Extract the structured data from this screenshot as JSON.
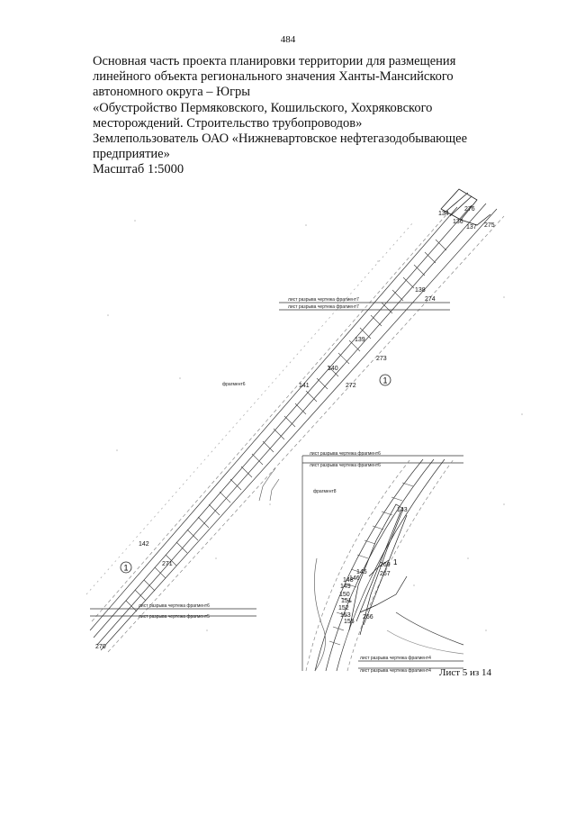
{
  "page_number": "484",
  "header": {
    "lines": [
      "Основная часть проекта планировки территории для размещения",
      "линейного объекта регионального значения Ханты-Мансийского",
      "автономного округа – Югры",
      "«Обустройство Пермяковского, Кошильского, Хохряковского",
      "месторождений. Строительство трубопроводов»",
      "Землепользователь ОАО «Нижневартовское нефтегазодобывающее",
      "предприятие»",
      "Масштаб 1:5000"
    ]
  },
  "drawing": {
    "fragment_labels": {
      "frag6": "фрагмент6",
      "frag8": "фрагмент8"
    },
    "break_labels": {
      "b7a": "лист разрыва чертежа фрагмент7",
      "b7b": "лист разрыва чертежа фрагмент7",
      "b6a": "лист разрыва чертежа фрагмент6",
      "b6b": "лист разрыва чертежа фрагмент6",
      "b5a": "лист разрыва чертежа фрагмент6",
      "b5b": "лист разрыва чертежа фрагмент5",
      "b4a": "лист разрыва чертежа фрагмент4",
      "b4b": "лист разрыва чертежа фрагмент4"
    },
    "points": {
      "p276": "276",
      "p134": "134",
      "p136": "136",
      "p137": "137",
      "p275": "275",
      "p138": "138",
      "p274": "274",
      "p139": "139",
      "p273": "273",
      "p140": "140",
      "p141": "141",
      "p272": "272",
      "p142": "142",
      "p271": "271",
      "p270": "270",
      "p143": "143",
      "p269": "269",
      "p145": "145",
      "p267": "267",
      "p146": "146",
      "p148": "148",
      "p149": "149",
      "p150": "150",
      "p151": "151",
      "p152": "152",
      "p153": "153",
      "p155": "155",
      "p266": "266"
    },
    "markers": {
      "m1a": "1",
      "m1b": "1",
      "m1c": "1"
    }
  },
  "sheet": "Лист 5 из 14"
}
